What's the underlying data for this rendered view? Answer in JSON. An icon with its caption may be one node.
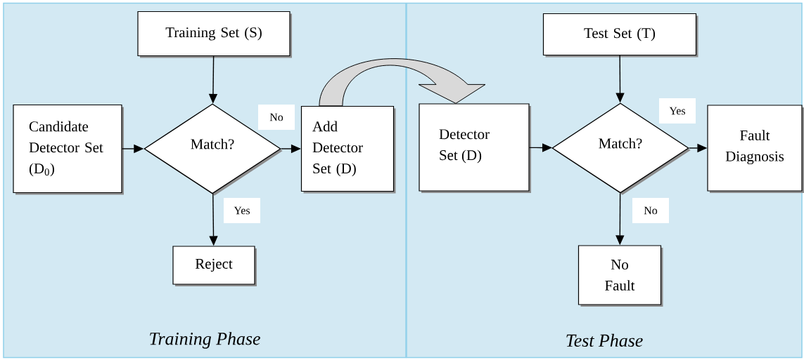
{
  "diagram": {
    "nodes": [
      {
        "text": [
          "Training Phase"
        ]
      },
      {
        "text": [
          "Training Set (S)"
        ],
        "in": 0
      },
      {
        "text": [
          "Candidate Detector Set (D$_{0}$)"
        ],
        "in": 0
      },
      {
        "text": [
          "Match?"
        ],
        "in": 0
      },
      {
        "text": [
          "Add Detector Set (D)"
        ],
        "in": 0
      },
      {
        "text": [
          "Reject"
        ],
        "in": 0
      },
      {
        "text": [
          "Test Phase"
        ]
      },
      {
        "text": [
          "Test Set (T)"
        ],
        "in": 6
      },
      {
        "text": [
          "Detector Set (D)"
        ],
        "in": 6
      },
      {
        "text": [
          "Match?"
        ],
        "in": 6
      },
      {
        "text": [
          "Fault Diagnosis"
        ],
        "in": 6
      },
      {
        "text": [
          "No Fault"
        ],
        "in": 6
      }
    ],
    "edges": [
      {
        "from": 1,
        "to": 3,
        "arrow": "to"
      },
      {
        "from": 2,
        "to": 3,
        "arrow": "to"
      },
      {
        "from": 3,
        "to": 4,
        "arrow": "to",
        "label": "No"
      },
      {
        "from": 3,
        "to": 5,
        "arrow": "to",
        "label": "Yes"
      },
      {
        "from": 4,
        "to": 8,
        "arrow": "to",
        "style": "thick"
      },
      {
        "from": 7,
        "to": 9,
        "arrow": "to"
      },
      {
        "from": 8,
        "to": 9,
        "arrow": "to"
      },
      {
        "from": 9,
        "to": 10,
        "arrow": "to",
        "label": "Yes"
      },
      {
        "from": 9,
        "to": 11,
        "arrow": "to",
        "label": "No"
      }
    ]
  }
}
